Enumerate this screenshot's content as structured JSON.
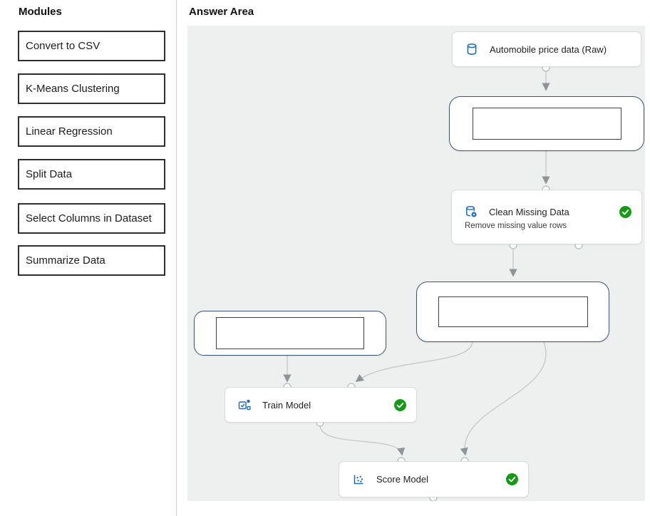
{
  "modules_panel": {
    "title": "Modules",
    "items": [
      {
        "label": "Convert to CSV"
      },
      {
        "label": "K-Means Clustering"
      },
      {
        "label": "Linear Regression"
      },
      {
        "label": "Split Data"
      },
      {
        "label": "Select Columns in Dataset"
      },
      {
        "label": "Summarize Data"
      }
    ]
  },
  "answer_area": {
    "title": "Answer Area",
    "nodes": {
      "dataset": {
        "label": "Automobile price data (Raw)",
        "icon": "database-icon"
      },
      "clean": {
        "label": "Clean Missing Data",
        "sublabel": "Remove missing value rows",
        "icon": "clean-missing-data-icon",
        "status": "completed"
      },
      "train": {
        "label": "Train Model",
        "icon": "train-model-icon",
        "status": "completed"
      },
      "score": {
        "label": "Score Model",
        "icon": "score-model-icon",
        "status": "completed"
      }
    },
    "dropzones": [
      {
        "id": "dropzone-after-dataset"
      },
      {
        "id": "dropzone-after-clean"
      },
      {
        "id": "dropzone-left"
      }
    ]
  },
  "colors": {
    "canvas_bg": "#eef0f0",
    "dropzone_border": "#3a5778",
    "success_green": "#149a14",
    "icon_blue": "#1f6fc4",
    "edge_gray": "#c7cacc",
    "arrow_gray": "#8f9498"
  }
}
